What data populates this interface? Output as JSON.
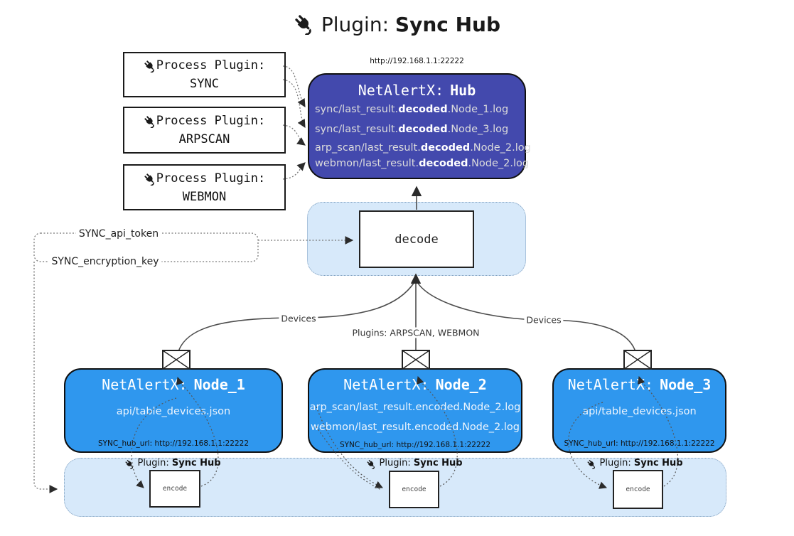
{
  "title": {
    "prefix": "Plugin:",
    "name": "Sync Hub"
  },
  "hub": {
    "url_label": "http://192.168.1.1:22222",
    "title_prefix": "NetAlertX:",
    "title_name": "Hub",
    "rows": [
      {
        "pre": "sync/last_result.",
        "bold": "decoded",
        "post": ".Node_1.log"
      },
      {
        "pre": "sync/last_result.",
        "bold": "decoded",
        "post": ".Node_3.log"
      },
      {
        "pre": "arp_scan/last_result.",
        "bold": "decoded",
        "post": ".Node_2.log"
      },
      {
        "pre": "webmon/last_result.",
        "bold": "decoded",
        "post": ".Node_2.log"
      }
    ]
  },
  "process_plugins": [
    {
      "label": "Process Plugin:",
      "name": "SYNC"
    },
    {
      "label": "Process Plugin:",
      "name": "ARPSCAN"
    },
    {
      "label": "Process Plugin:",
      "name": "WEBMON"
    }
  ],
  "decode": {
    "label": "decode"
  },
  "settings": {
    "api_token": "SYNC_api_token",
    "encryption_key": "SYNC_encryption_key"
  },
  "edge_labels": {
    "devices_left": "Devices",
    "plugins_mid": "Plugins: ARPSCAN, WEBMON",
    "devices_right": "Devices"
  },
  "nodes": [
    {
      "title_prefix": "NetAlertX:",
      "title_name": "Node_1",
      "rows": [
        "api/table_devices.json"
      ],
      "hub_url": "SYNC_hub_url: http://192.168.1.1:22222"
    },
    {
      "title_prefix": "NetAlertX:",
      "title_name": "Node_2",
      "rows": [
        "arp_scan/last_result.encoded.Node_2.log",
        "webmon/last_result.encoded.Node_2.log"
      ],
      "hub_url": "SYNC_hub_url: http://192.168.1.1:22222"
    },
    {
      "title_prefix": "NetAlertX:",
      "title_name": "Node_3",
      "rows": [
        "api/table_devices.json"
      ],
      "hub_url": "SYNC_hub_url: http://192.168.1.1:22222"
    }
  ],
  "encoders": [
    {
      "plugin_label": "Plugin:",
      "plugin_name": "Sync Hub",
      "box_label": "encode"
    },
    {
      "plugin_label": "Plugin:",
      "plugin_name": "Sync Hub",
      "box_label": "encode"
    },
    {
      "plugin_label": "Plugin:",
      "plugin_name": "Sync Hub",
      "box_label": "encode"
    }
  ],
  "colors": {
    "hub_fill": "#4349ad",
    "node_fill": "#2f97ee",
    "cluster_fill": "#d7e9fa"
  }
}
